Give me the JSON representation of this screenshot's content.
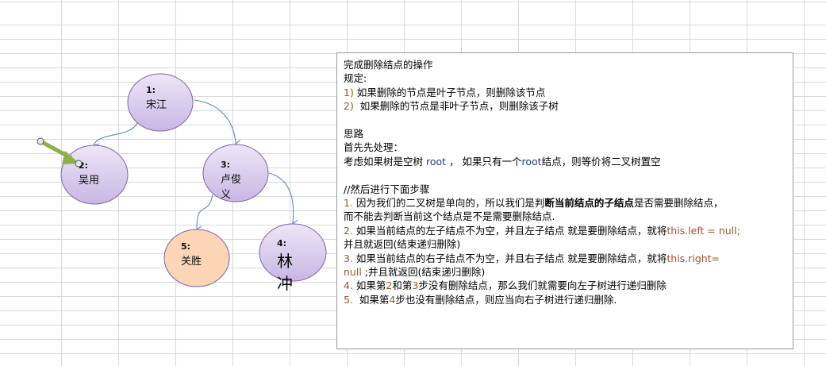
{
  "nodes": [
    {
      "id": "1:",
      "name": "宋江"
    },
    {
      "id": "2:",
      "name": "吴用"
    },
    {
      "id": "3:",
      "name": "卢俊",
      "name2": "义"
    },
    {
      "id": "4:",
      "name": "林",
      "name2": "冲"
    },
    {
      "id": "5:",
      "name": "关胜"
    }
  ],
  "colors": {
    "node_fill": "#d9cdef",
    "highlight_fill": "#fbd5b5",
    "edge": "#4f81bd",
    "arrow": "#8db049"
  },
  "text": {
    "title": "完成删除结点的操作",
    "rules_label": "规定:",
    "rule1_num": "1)",
    "rule1": " 如果删除的节点是叶子节点，则删除该节点",
    "rule2_num": "2)",
    "rule2": "  如果删除的节点是非叶子节点，则删除该子树",
    "idea_label": "思路",
    "pre_label": "首先先处理：",
    "pre_a": "考虑如果树是空树 ",
    "root1": "root",
    "pre_b": " ， 如果只有一个",
    "root2": "root",
    "pre_c": "结点，则等价将二叉树置空",
    "steps_label": "//然后进行下面步骤",
    "s1_num": "1.",
    "s1_a": " 因为我们的二叉树是单向的，所以我们是判",
    "s1_bold": "断当前结点的子结点",
    "s1_b": "是否需要删除结点，",
    "s1_line2": "而不能去判断当前这个结点是不是需要删除结点.",
    "s2_num": "2.",
    "s2_a": " 如果当前结点的左子结点不为空，并且左子结点 就是要删除结点，就将",
    "s2_code": "this.left = null;",
    "s2_line2": "并且就返回(结束递归删除)",
    "s3_num": "3.",
    "s3_a": " 如果当前结点的右子结点不为空，并且右子结点 就是要删除结点，就将",
    "s3_code": "this.right=",
    "s3_code2": "null",
    "s3_line2": " ;并且就返回(结束递归删除)",
    "s4_num": "4.",
    "s4_a": " 如果第",
    "s4_n1": "2",
    "s4_b": "和第",
    "s4_n2": "3",
    "s4_c": "步没有删除结点，那么我们就需要向左子树进行递归删除",
    "s5_num": "5.",
    "s5_a": "  如果第",
    "s5_n": "4",
    "s5_b": "步也没有删除结点，则应当向右子树进行递归删除."
  }
}
